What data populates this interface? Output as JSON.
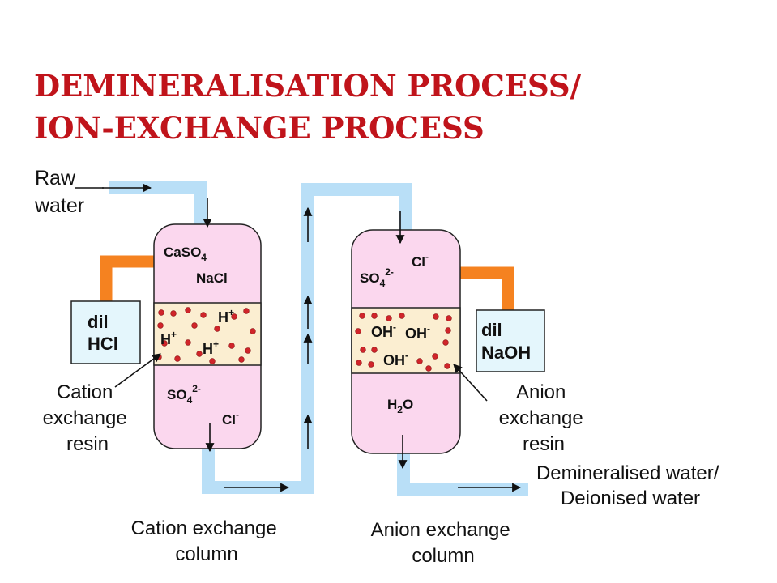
{
  "title": {
    "line1": "DEMINERALISATION PROCESS/",
    "line2": "ION-EXCHANGE PROCESS"
  },
  "inlet": {
    "line1": "Raw",
    "line2": "water"
  },
  "cation_column": {
    "top_formula_1": {
      "base": "CaSO",
      "sub": "4"
    },
    "top_formula_2": "NaCl",
    "resin_ions": [
      "H",
      "H",
      "H"
    ],
    "resin_ion_charge": "+",
    "bottom_sulfate": {
      "base": "SO",
      "sub": "4",
      "sup": "2-"
    },
    "bottom_chloride": {
      "base": "Cl",
      "sup": "-"
    },
    "caption_line1": "Cation exchange",
    "caption_line2": "column"
  },
  "acid_tank": {
    "line1": "dil",
    "line2": "HCl"
  },
  "cation_resin_label": {
    "line1": "Cation",
    "line2": "exchange",
    "line3": "resin"
  },
  "anion_column": {
    "top_sulfate": {
      "base": "SO",
      "sub": "4",
      "sup": "2-"
    },
    "top_chloride": {
      "base": "Cl",
      "sup": "-"
    },
    "resin_ions": [
      "OH",
      "OH",
      "OH"
    ],
    "resin_ion_charge": "-",
    "bottom_water": {
      "base": "H",
      "sub": "2",
      "tail": "O"
    },
    "caption_line1": "Anion exchange",
    "caption_line2": "column"
  },
  "base_tank": {
    "line1": "dil",
    "line2": "NaOH"
  },
  "anion_resin_label": {
    "line1": "Anion",
    "line2": "exchange",
    "line3": "resin"
  },
  "outlet": {
    "line1": "Demineralised water/",
    "line2": "Deionised water"
  },
  "colors": {
    "title": "#c0141b",
    "column_fill": "#fbd7ee",
    "resin_fill": "#fbeed1",
    "bead": "#d0252a",
    "pipe": "#b9dff7",
    "feed_line": "#f58220",
    "tank_fill": "#e4f6fc"
  }
}
